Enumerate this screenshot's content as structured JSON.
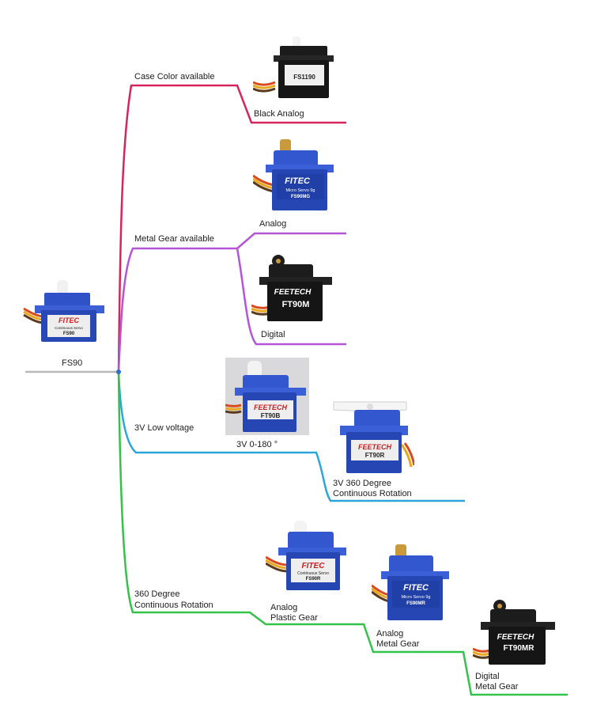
{
  "root": {
    "label": "FS90",
    "image_text": {
      "brand": "FITEC",
      "line1": "Continuous Servo",
      "model": "FS90"
    }
  },
  "branches": {
    "case_color": {
      "label": "Case Color available",
      "color": "#d6245c",
      "items": [
        {
          "label": "Black Analog",
          "image_text": {
            "model": "FS1190"
          }
        }
      ]
    },
    "metal_gear": {
      "label": "Metal Gear available",
      "color": "#b455d8",
      "items": [
        {
          "label": "Analog",
          "image_text": {
            "brand": "FITEC",
            "line1": "Micro Servo 9g",
            "model": "FS90MG"
          }
        },
        {
          "label": "Digital",
          "image_text": {
            "brand": "FEETECH",
            "model": "FT90M"
          }
        }
      ]
    },
    "low_voltage": {
      "label": "3V Low voltage",
      "color": "#2aa6dc",
      "items": [
        {
          "label": "3V  0-180 °",
          "image_text": {
            "brand": "FEETECH",
            "model": "FT90B"
          }
        },
        {
          "label_line1": "3V 360 Degree",
          "label_line2": "Continuous Rotation",
          "image_text": {
            "brand": "FEETECH",
            "model": "FT90R"
          }
        }
      ]
    },
    "continuous": {
      "label_line1": "360 Degree",
      "label_line2": "Continuous Rotation",
      "color": "#35c24a",
      "items": [
        {
          "label_line1": "Analog",
          "label_line2": "Plastic Gear",
          "image_text": {
            "brand": "FITEC",
            "line1": "Continuous Servo",
            "model": "FS90R"
          }
        },
        {
          "label_line1": "Analog",
          "label_line2": "Metal Gear",
          "image_text": {
            "brand": "FITEC",
            "line1": "Micro Servo 9g",
            "model": "FS90MR"
          }
        },
        {
          "label_line1": "Digital",
          "label_line2": "Metal Gear",
          "image_text": {
            "brand": "FEETECH",
            "model": "FT90MR"
          }
        }
      ]
    }
  },
  "colors": {
    "root_line": "#b8b8b8",
    "servo_blue": "#2f52c9",
    "servo_black": "#1b1b1b",
    "label_white": "#f2f2f2"
  }
}
